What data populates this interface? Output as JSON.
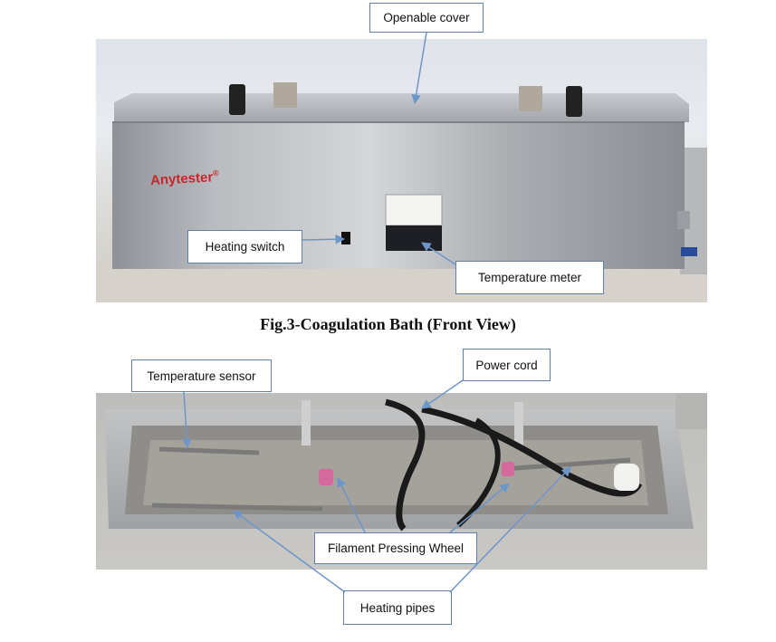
{
  "figure": {
    "caption": "Fig.3-Coagulation Bath (Front View)"
  },
  "front_view": {
    "brand_label": "Anytester",
    "brand_mark": "®",
    "callouts": {
      "openable_cover": "Openable cover",
      "heating_switch": "Heating switch",
      "temperature_meter": "Temperature meter"
    }
  },
  "top_view": {
    "callouts": {
      "temperature_sensor": "Temperature sensor",
      "power_cord": "Power cord",
      "filament_pressing_wheel": "Filament Pressing Wheel",
      "heating_pipes": "Heating pipes"
    }
  },
  "colors": {
    "callout_border": "#5b7fb0",
    "arrow": "#6c96c8",
    "brand_red": "#c8262b"
  }
}
